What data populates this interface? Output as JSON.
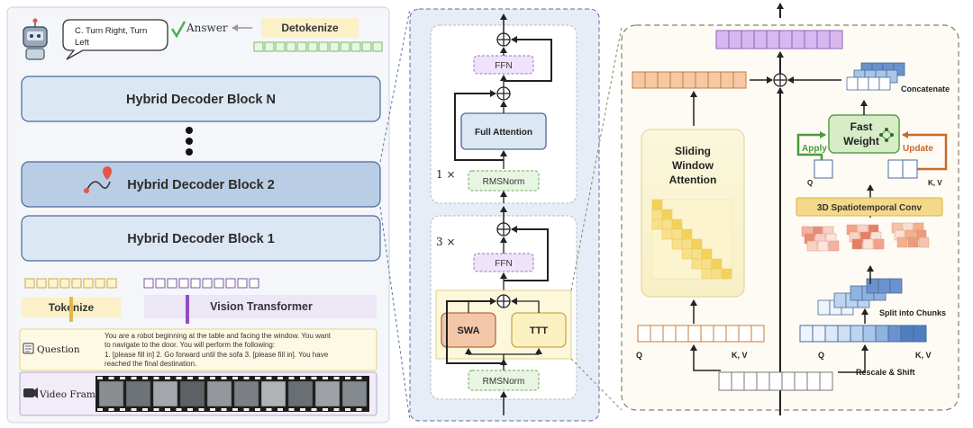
{
  "left": {
    "speech": [
      "C. Turn Right, Turn",
      "Left"
    ],
    "answer_label": "Answer",
    "detokenize_label": "Detokenize",
    "blocks": {
      "block_n": "Hybrid Decoder Block N",
      "block_2": "Hybrid Decoder Block 2",
      "block_1": "Hybrid Decoder Block 1"
    },
    "tokenize_label": "Tokenize",
    "vision_transformer_label": "Vision Transformer",
    "question_label": "Question",
    "question_lines": [
      "You are a robot beginning at the table and facing the window. You want",
      "to navigate to the door. You will perform the following:",
      "1. [please fill in] 2. Go forward until the sofa 3. [please fill in]. You have",
      "reached the final destination."
    ],
    "video_frames_label": "Video Frames",
    "video_frame_count": 10,
    "colors": {
      "block_fill": "#dce7f4",
      "block_stroke": "#4a6a9c",
      "tokenize_fill": "#fbf0c8",
      "vision_fill": "#ece6f6"
    }
  },
  "middle": {
    "ffn_top": "FFN",
    "full_attention": "Full Attention",
    "mult_1": "1 ×",
    "rmsnorm_top": "RMSNorm",
    "mult_3": "3 ×",
    "ffn_bottom": "FFN",
    "swa": "SWA",
    "ttt": "TTT",
    "rmsnorm_bottom": "RMSNorm"
  },
  "right": {
    "sliding_window_lines": [
      "Sliding",
      "Window",
      "Attention"
    ],
    "fast_weight_lines": [
      "Fast",
      "Weight"
    ],
    "apply_label": "Apply",
    "update_label": "Update",
    "concatenate_label": "Concatenate",
    "conv_label": "3D Spatiotemporal Conv",
    "split_label": "Split into Chunks",
    "rescale_label": "Rescale & Shift",
    "q_label": "Q",
    "kv_label": "K, V",
    "colors": {
      "output_tokens": "#d8b8f0",
      "swa_tokens": "#f6c9a4",
      "apply": "#4c9a3c",
      "update": "#c86a2e",
      "conv_fill": "#f5d98a",
      "blue_tokens": "#a8c6ea"
    }
  }
}
